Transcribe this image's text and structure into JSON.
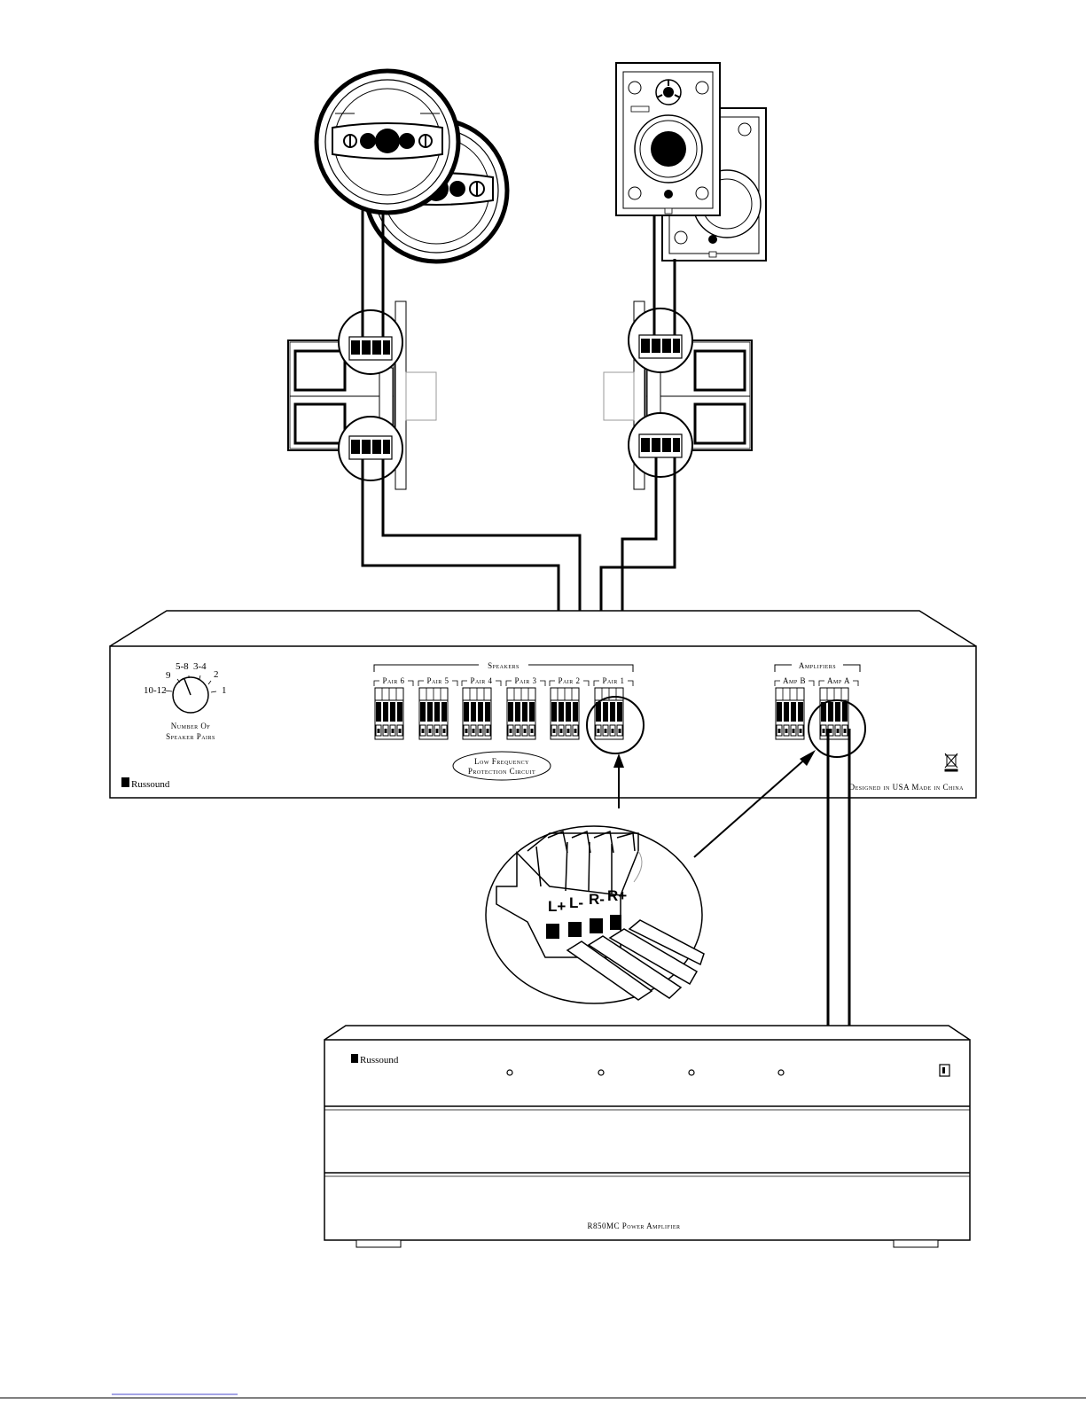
{
  "speaker_selector": {
    "section_speakers": "Speakers",
    "pairs": [
      "Pair 6",
      "Pair 5",
      "Pair 4",
      "Pair 3",
      "Pair 2",
      "Pair 1"
    ],
    "section_amplifiers": "Amplifiers",
    "amps": [
      "Amp B",
      "Amp A"
    ],
    "dial_labels": [
      "10-12",
      "9",
      "5-8",
      "3-4",
      "2",
      "1"
    ],
    "dial_caption_line1": "Number Of",
    "dial_caption_line2": "Speaker Pairs",
    "protection_line1": "Low Frequency",
    "protection_line2": "Protection Circuit",
    "brand": "Russound",
    "footer": "Designed in USA  Made in China"
  },
  "terminal_detail": {
    "labels": [
      "L+",
      "L-",
      "R-",
      "R+"
    ]
  },
  "amplifier": {
    "brand": "Russound",
    "model": "R850MC Power Amplifier"
  },
  "colors": {
    "ink": "#000000",
    "paper": "#ffffff",
    "gray": "#9a9a9a"
  }
}
